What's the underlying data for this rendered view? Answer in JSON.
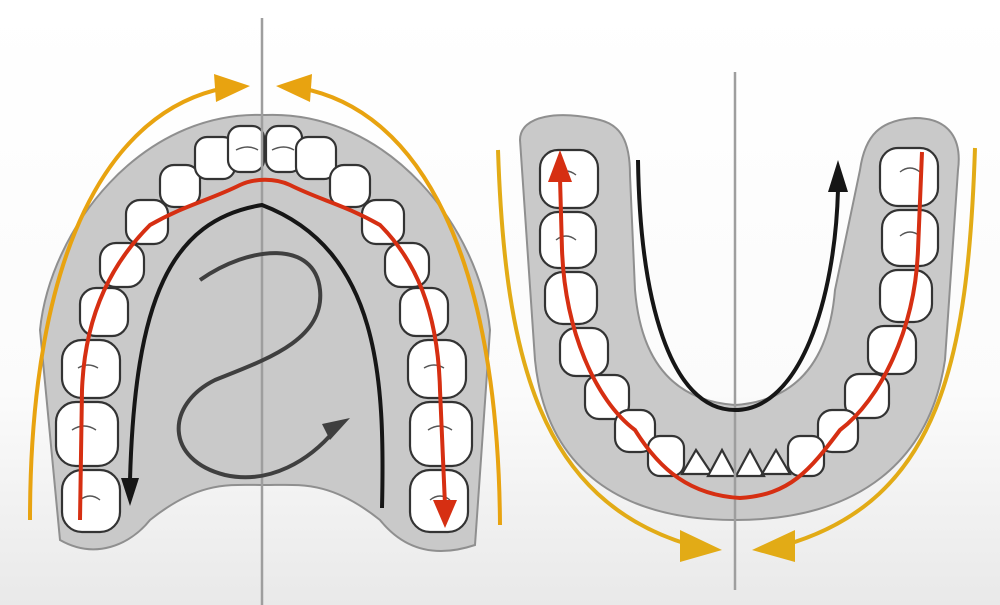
{
  "diagram": {
    "description_type": "dental arch brushing direction diagram",
    "colors": {
      "background": "#ffffff",
      "background_bottom": "#ececec",
      "gum": "#c9c9c9",
      "gum_stroke": "#8f8f8f",
      "tooth_fill": "#ffffff",
      "tooth_stroke": "#333333",
      "red_path": "#d62f12",
      "black_path": "#161616",
      "palate_path": "#3f3f3f",
      "orange_arrow": "#e8a310",
      "yellow_arrow": "#e2ab16",
      "midline": "#9e9e9e"
    },
    "panels": [
      {
        "name": "upper-arch",
        "arrows": [
          "outer-left-clockwise",
          "outer-right-counterclockwise",
          "red-occlusal-path",
          "black-palatal-path",
          "s-curve-palate-path"
        ]
      },
      {
        "name": "lower-arch",
        "arrows": [
          "outer-left-down",
          "outer-right-down",
          "red-occlusal-path",
          "black-lingual-path"
        ]
      }
    ],
    "icons": [
      "arrowhead-icon",
      "midline-icon"
    ]
  }
}
